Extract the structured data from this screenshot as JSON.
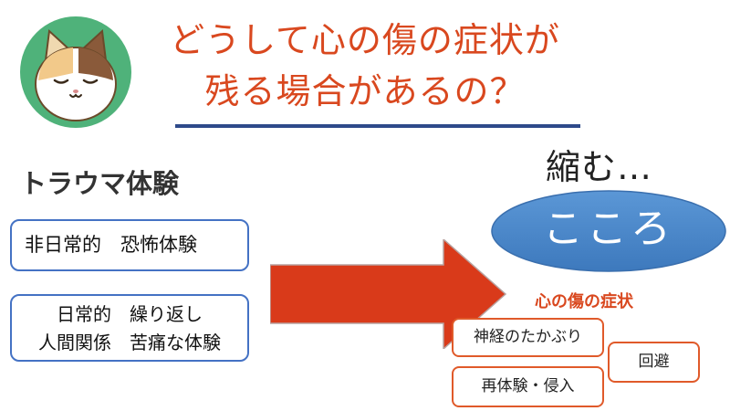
{
  "title": {
    "line1": "どうして心の傷の症状が",
    "line2": "残る場合があるの？"
  },
  "section_heading": "トラウマ体験",
  "experiences": [
    {
      "line1": "非日常的　恐怖体験"
    },
    {
      "line1": "日常的　繰り返し",
      "line2": "人間関係　苦痛な体験"
    }
  ],
  "shrinks_label": "縮む…",
  "heart_label": "こころ",
  "symptoms_heading": "心の傷の症状",
  "symptoms": [
    "神経のたかぶり",
    "再体験・侵入",
    "回避"
  ],
  "colors": {
    "title": "#d9481f",
    "title_rule": "#2e4a8a",
    "box_border": "#4472c4",
    "arrow": "#d93a1a",
    "ellipse": "#4a86c8",
    "symptom_border": "#e05a2a",
    "avatar_bg": "#4fb27a"
  },
  "icons": [
    "cat-face-icon",
    "right-arrow-icon"
  ]
}
